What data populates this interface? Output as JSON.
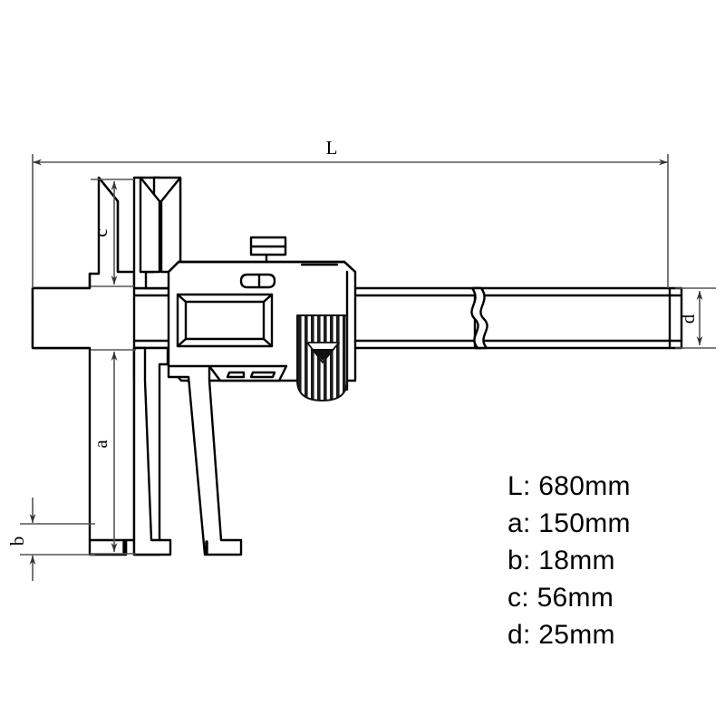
{
  "drawing": {
    "title": "digital-caliper-dimension-drawing",
    "background_color": "#ffffff",
    "outline_color": "#000000",
    "dimension_line_color": "#555555",
    "knurl_color": "#1a1a1a"
  },
  "dimension_labels": {
    "overall_length": "L",
    "lower_jaw_depth": "a",
    "jaw_tip_thickness": "b",
    "upper_jaw_depth": "c",
    "beam_height": "d"
  },
  "legend": {
    "rows": [
      {
        "key": "L",
        "text": "L: 680mm"
      },
      {
        "key": "a",
        "text": "a: 150mm"
      },
      {
        "key": "b",
        "text": "b: 18mm"
      },
      {
        "key": "c",
        "text": "c: 56mm"
      },
      {
        "key": "d",
        "text": "d: 25mm"
      }
    ]
  },
  "parts": {
    "display_window": "lcd-display-window",
    "button_pill": "mode-button",
    "top_tab": "locking-screw-tab",
    "thumb_wheel": "knurled-thumb-wheel",
    "beam_break": "beam-break-symbol"
  }
}
